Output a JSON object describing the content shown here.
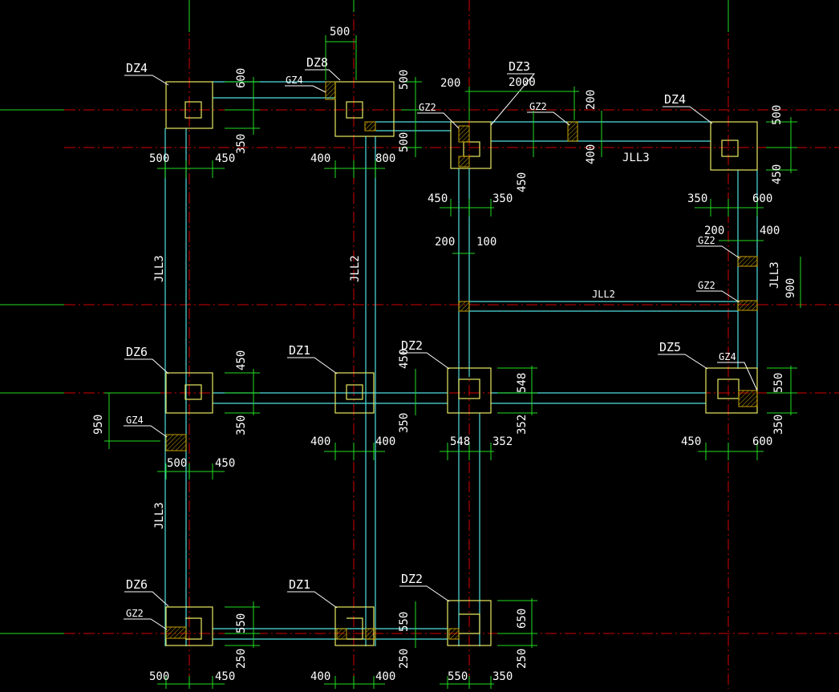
{
  "drawing": {
    "colors": {
      "background": "#000000",
      "axis": "#d40000",
      "beam": "#4fe0e0",
      "column": "#e8e860",
      "dimension": "#22dd22",
      "label": "#ffffff",
      "hatch": "#c8a000"
    },
    "column_labels": [
      "DZ4",
      "DZ8",
      "DZ3",
      "DZ4",
      "DZ6",
      "DZ1",
      "DZ2",
      "DZ5",
      "DZ6",
      "DZ1",
      "DZ2"
    ],
    "beam_labels": [
      "JLL3",
      "JLL2",
      "JLL3",
      "JLL2",
      "JLL3",
      "JLL3"
    ],
    "gz_labels": [
      "GZ4",
      "GZ2",
      "GZ2",
      "GZ2",
      "GZ2",
      "GZ4",
      "GZ4",
      "GZ2"
    ],
    "dimensions": [
      "500",
      "600",
      "350",
      "500",
      "450",
      "400",
      "800",
      "500",
      "200",
      "2000",
      "500",
      "450",
      "450",
      "350",
      "200",
      "200",
      "100",
      "400",
      "500",
      "450",
      "350",
      "600",
      "200",
      "400",
      "900",
      "450",
      "450",
      "350",
      "400",
      "400",
      "350",
      "548",
      "548",
      "352",
      "352",
      "550",
      "350",
      "450",
      "600",
      "950",
      "500",
      "450",
      "500",
      "450",
      "550",
      "250",
      "400",
      "400",
      "550",
      "250",
      "650",
      "550",
      "350",
      "250"
    ]
  }
}
